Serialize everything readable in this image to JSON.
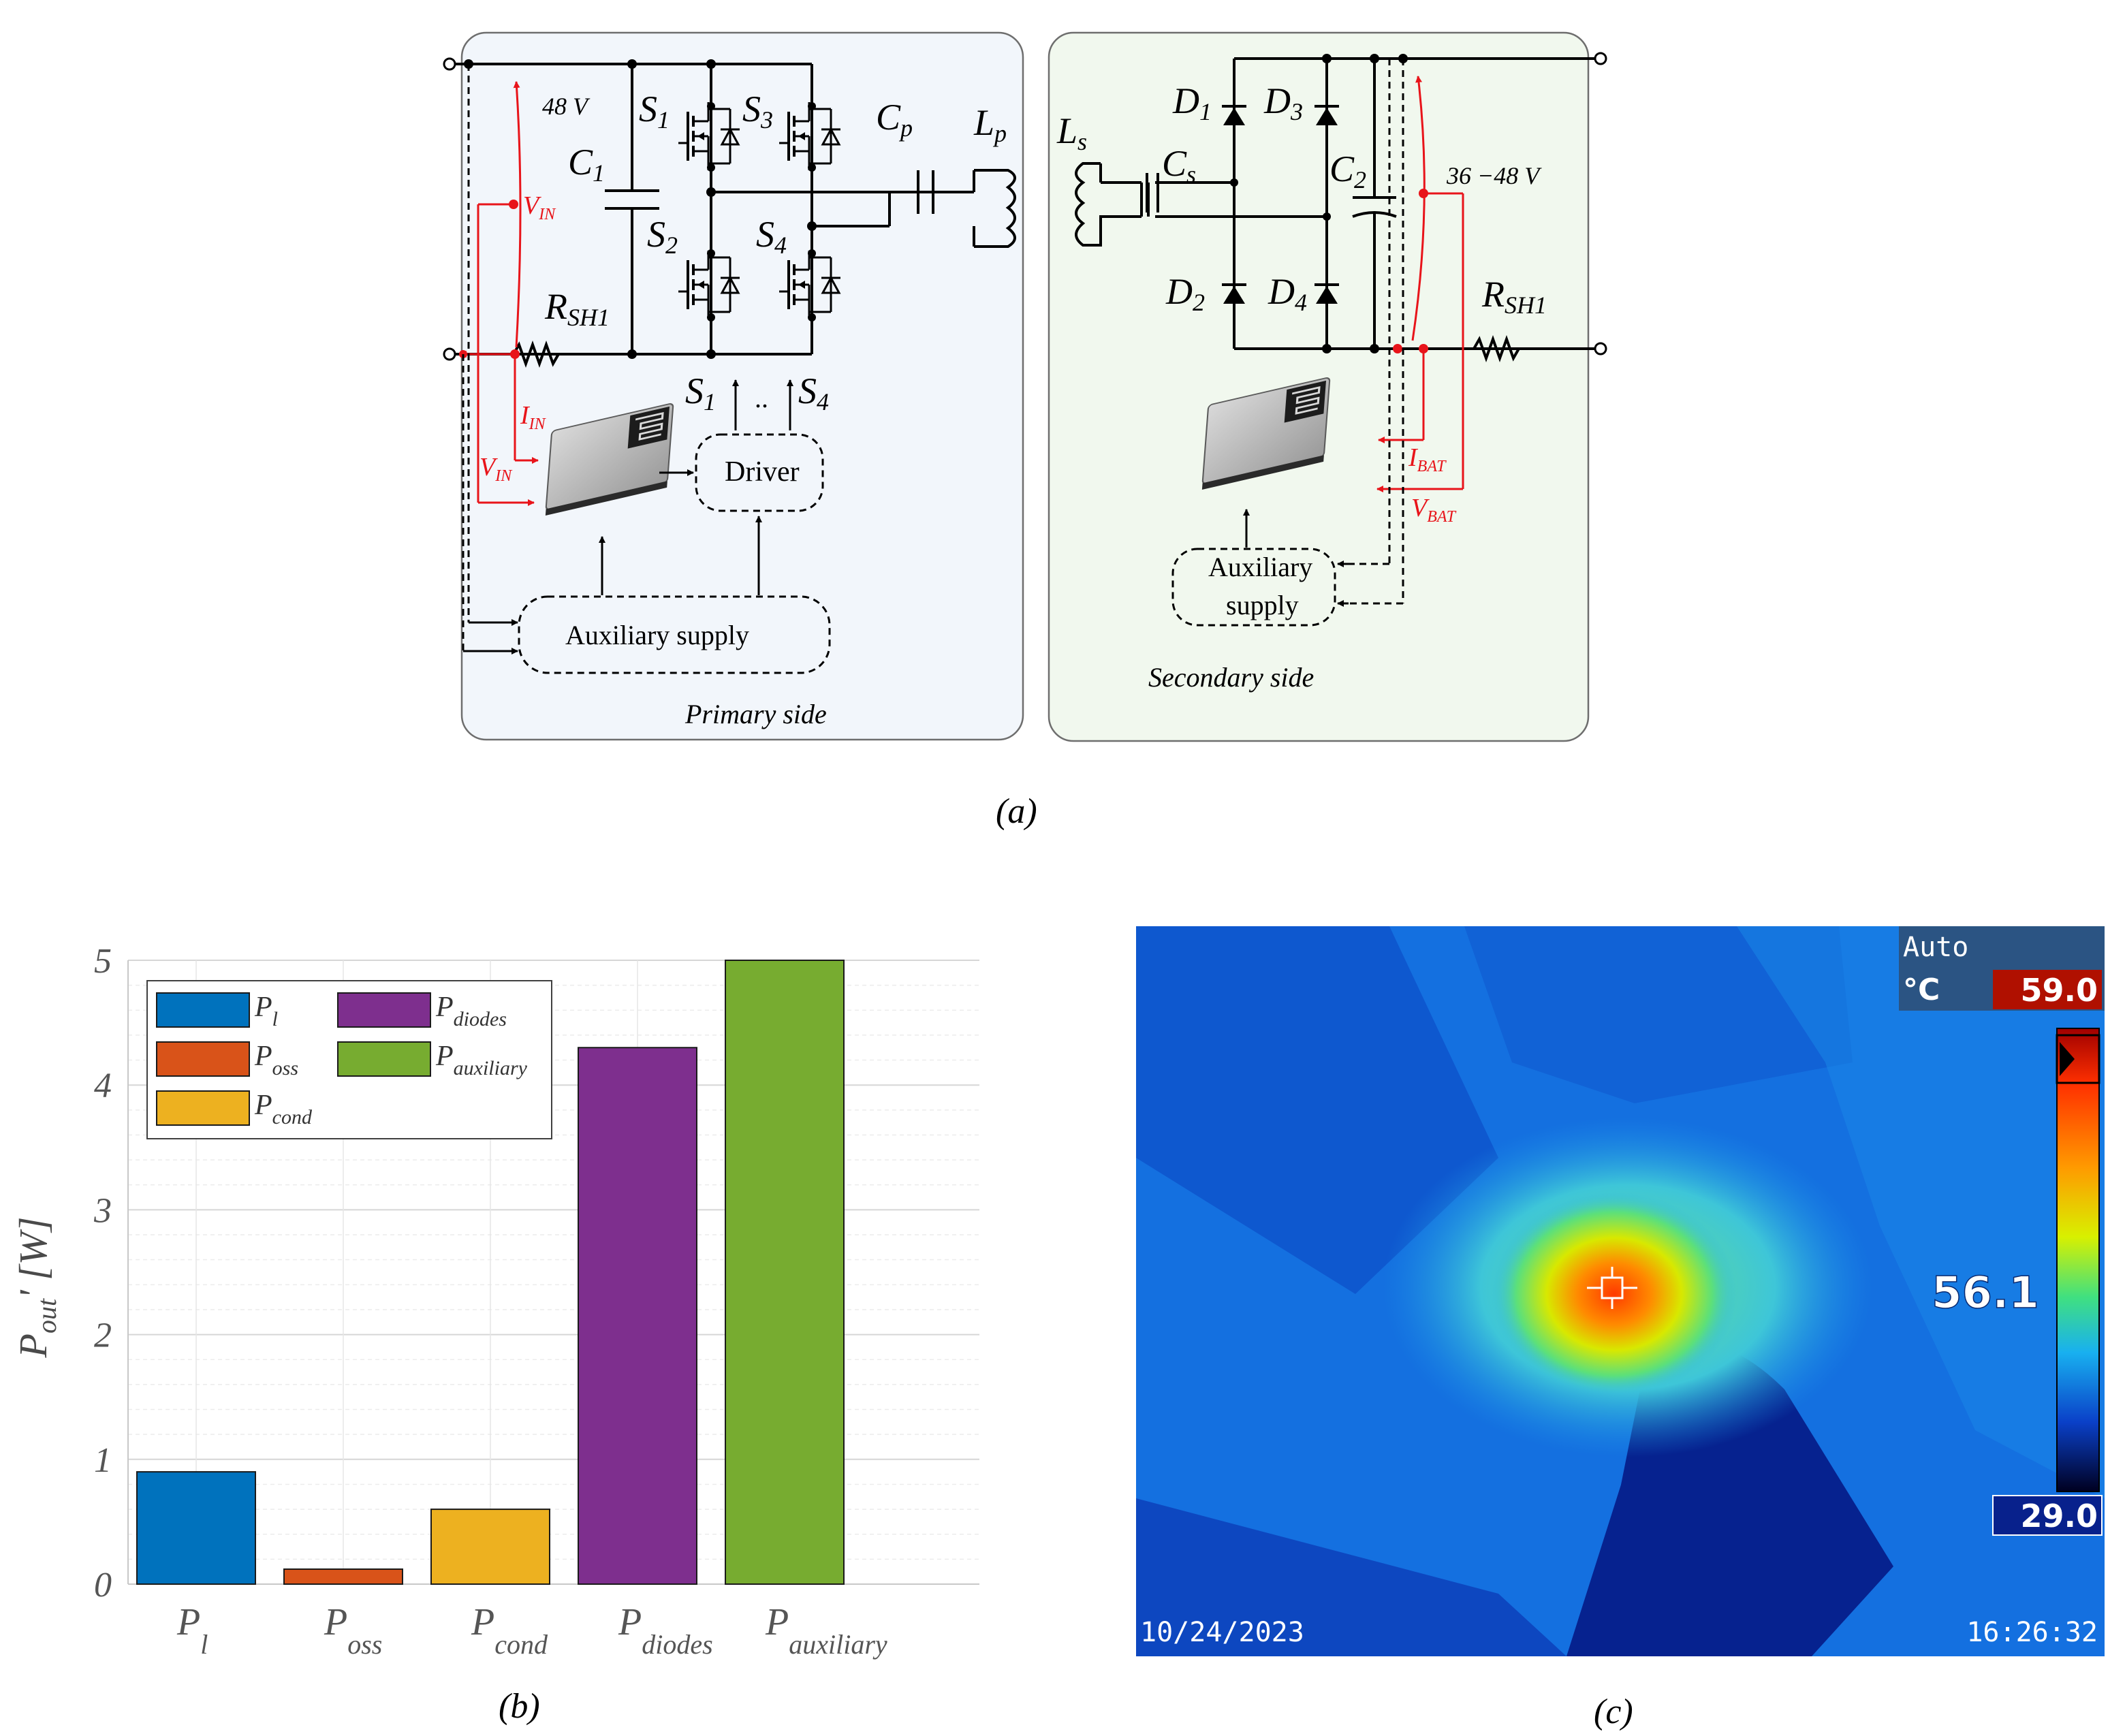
{
  "panel_a": {
    "caption": "(a)",
    "primary_title": "Primary side",
    "secondary_title": "Secondary side",
    "voltage_in": "48 V",
    "voltage_out": "36 −48 V",
    "aux_primary": "Auxiliary supply",
    "aux_secondary_line1": "Auxiliary",
    "aux_secondary_line2": "supply",
    "driver": "Driver",
    "gate_label": "..",
    "primary_bg": "#f2f6fb",
    "secondary_bg": "#f1f8ee",
    "signal_color": "#e8141a",
    "components": {
      "C1": {
        "main": "C",
        "sub": "1"
      },
      "Cp": {
        "main": "C",
        "sub": "p"
      },
      "Lp": {
        "main": "L",
        "sub": "p"
      },
      "Ls": {
        "main": "L",
        "sub": "s"
      },
      "Cs": {
        "main": "C",
        "sub": "s"
      },
      "C2": {
        "main": "C",
        "sub": "2"
      },
      "S1": {
        "main": "S",
        "sub": "1"
      },
      "S2": {
        "main": "S",
        "sub": "2"
      },
      "S3": {
        "main": "S",
        "sub": "3"
      },
      "S4": {
        "main": "S",
        "sub": "4"
      },
      "D1": {
        "main": "D",
        "sub": "1"
      },
      "D2": {
        "main": "D",
        "sub": "2"
      },
      "D3": {
        "main": "D",
        "sub": "3"
      },
      "D4": {
        "main": "D",
        "sub": "4"
      },
      "RSH1_primary": {
        "main": "R",
        "sub": "SH1"
      },
      "RSH1_secondary": {
        "main": "R",
        "sub": "SH1"
      },
      "S1_gate": {
        "main": "S",
        "sub": "1"
      },
      "S4_gate": {
        "main": "S",
        "sub": "4"
      }
    },
    "signals": {
      "VIN_top": {
        "main": "V",
        "sub": "IN"
      },
      "IIN": {
        "main": "I",
        "sub": "IN"
      },
      "VIN_bottom": {
        "main": "V",
        "sub": "IN"
      },
      "IBAT": {
        "main": "I",
        "sub": "BAT"
      },
      "VBAT": {
        "main": "V",
        "sub": "BAT"
      }
    }
  },
  "panel_b": {
    "caption": "(b)",
    "ylabel_main": "P",
    "ylabel_sub": "out",
    "ylabel_rest": "' [W]",
    "legend_columns": 2,
    "legend_placement": "top-left"
  },
  "chart_data": {
    "type": "bar",
    "title": "",
    "xlabel": "",
    "ylabel": "P_out' [W]",
    "ylim": [
      0,
      5
    ],
    "yticks": [
      "0",
      "1",
      "2",
      "3",
      "4",
      "5"
    ],
    "grid": true,
    "categories": [
      {
        "main": "P",
        "sub": "l"
      },
      {
        "main": "P",
        "sub": "oss"
      },
      {
        "main": "P",
        "sub": "cond"
      },
      {
        "main": "P",
        "sub": "diodes"
      },
      {
        "main": "P",
        "sub": "auxiliary"
      }
    ],
    "values": [
      0.9,
      0.12,
      0.6,
      4.3,
      5.0
    ],
    "colors": [
      "#0072bd",
      "#d95319",
      "#edb120",
      "#7e2f8e",
      "#77ac30"
    ]
  },
  "panel_c": {
    "caption": "(c)",
    "mode": "Auto",
    "unit": "°C",
    "max_temp": "59.0",
    "min_temp": "29.0",
    "spot_temp": "56.1",
    "date": "10/24/2023",
    "time": "16:26:32"
  }
}
